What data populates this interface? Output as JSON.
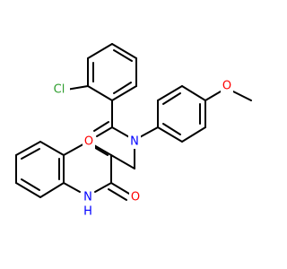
{
  "molecule": {
    "atoms": [
      {
        "id": "cl",
        "label": "Cl",
        "color": "#2e9e2e"
      },
      {
        "id": "o-amide",
        "label": "O",
        "color": "#ff0000"
      },
      {
        "id": "n-amide",
        "label": "N",
        "color": "#0000ff"
      },
      {
        "id": "o-methoxy",
        "label": "O",
        "color": "#ff0000"
      },
      {
        "id": "o-lactam",
        "label": "O",
        "color": "#ff0000"
      },
      {
        "id": "n-lactam",
        "label": "N",
        "color": "#0000ff"
      },
      {
        "id": "h-lactam",
        "label": "H",
        "color": "#0000ff"
      }
    ]
  }
}
